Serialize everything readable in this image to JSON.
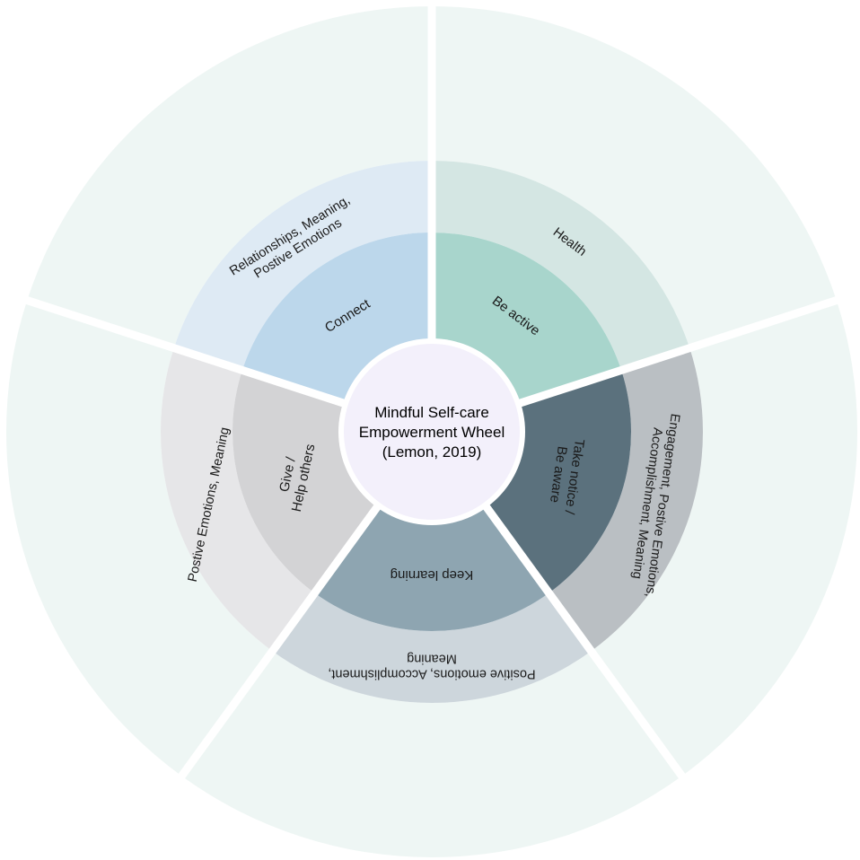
{
  "center": {
    "lines": [
      "Mindful Self-care",
      "Empowerment Wheel",
      "(Lemon, 2019)"
    ],
    "color": "#f3f0fb"
  },
  "outer_ring_color": "#eef6f4",
  "segments": [
    {
      "id": "connect",
      "inner_lines": [
        "Connect"
      ],
      "outer_lines": [
        "Relationships, Meaning,",
        "Postive Emotions"
      ],
      "inner_color": "#bcd7eb",
      "outer_color": "#deeaf4"
    },
    {
      "id": "be-active",
      "inner_lines": [
        "Be active"
      ],
      "outer_lines": [
        "Health"
      ],
      "inner_color": "#a8d5cc",
      "outer_color": "#d4e6e3"
    },
    {
      "id": "take-notice",
      "inner_lines": [
        "Take notice /",
        "Be aware"
      ],
      "outer_lines": [
        "Engagement, Postive Emotions,",
        "Accomplishment, Meaning"
      ],
      "inner_color": "#5b717d",
      "outer_color": "#babfc3"
    },
    {
      "id": "keep-learning",
      "inner_lines": [
        "Keep learning"
      ],
      "outer_lines": [
        "Positive emotions, Accomplishment,",
        "Meaning"
      ],
      "inner_color": "#8ea5b1",
      "outer_color": "#cdd6dc"
    },
    {
      "id": "give",
      "inner_lines": [
        "Give /",
        "Help others"
      ],
      "outer_lines": [
        "Postive Emotions, Meaning"
      ],
      "inner_color": "#d3d3d5",
      "outer_color": "#e6e6e8"
    }
  ]
}
